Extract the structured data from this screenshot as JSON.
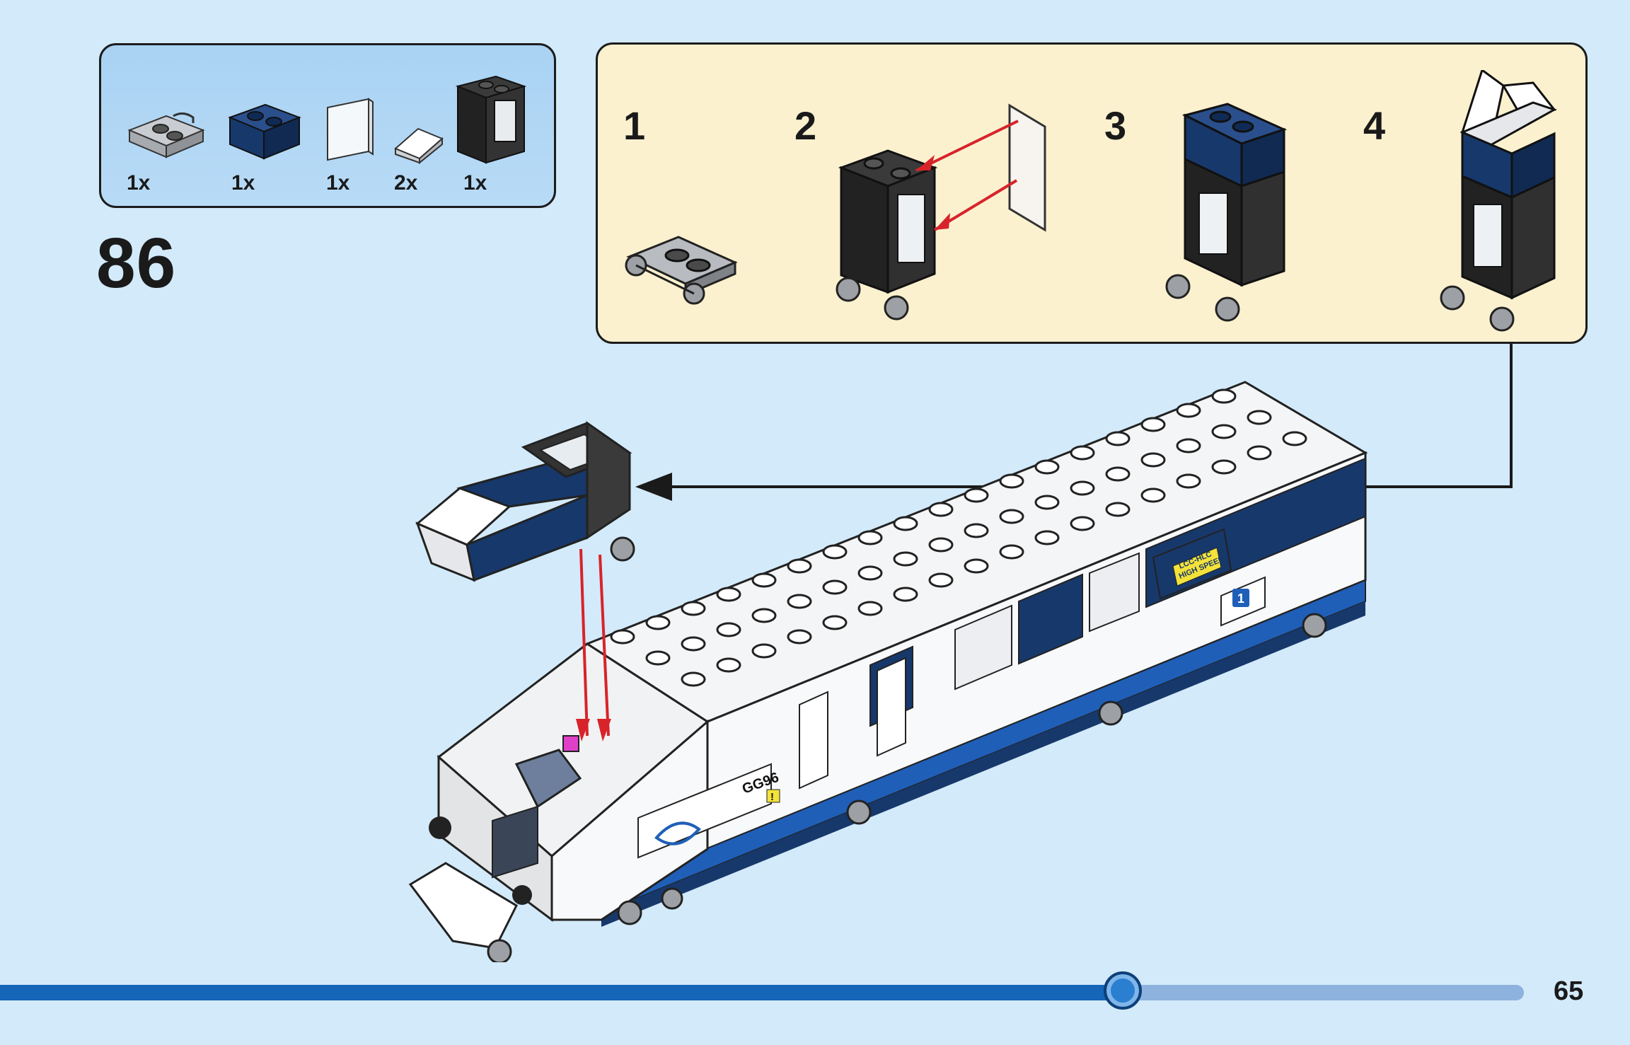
{
  "step": {
    "number": "86"
  },
  "parts_list": {
    "items": [
      {
        "name": "plate-with-rails-icon",
        "qty": "1x"
      },
      {
        "name": "dark-blue-brick-icon",
        "qty": "1x"
      },
      {
        "name": "transparent-glass-panel-icon",
        "qty": "1x"
      },
      {
        "name": "white-slope-icon",
        "qty": "2x"
      },
      {
        "name": "black-window-frame-icon",
        "qty": "1x"
      }
    ]
  },
  "substeps": [
    {
      "label": "1"
    },
    {
      "label": "2"
    },
    {
      "label": "3"
    },
    {
      "label": "4"
    }
  ],
  "train": {
    "side_number": "GG96",
    "warning_badge": "!",
    "banner_line1": "LCC-HLC",
    "banner_line2": "HIGH SPEED",
    "class_badge": "1"
  },
  "progress": {
    "fraction": 0.737,
    "page": "65"
  },
  "colors": {
    "background": "#d3eafa",
    "parts_box": "#b3d8f5",
    "substep_box": "#fbf1cf",
    "progress_fill": "#1565b8",
    "progress_track": "#8eb2de",
    "dark_blue": "#17386b",
    "arrow_red": "#d8232a"
  }
}
